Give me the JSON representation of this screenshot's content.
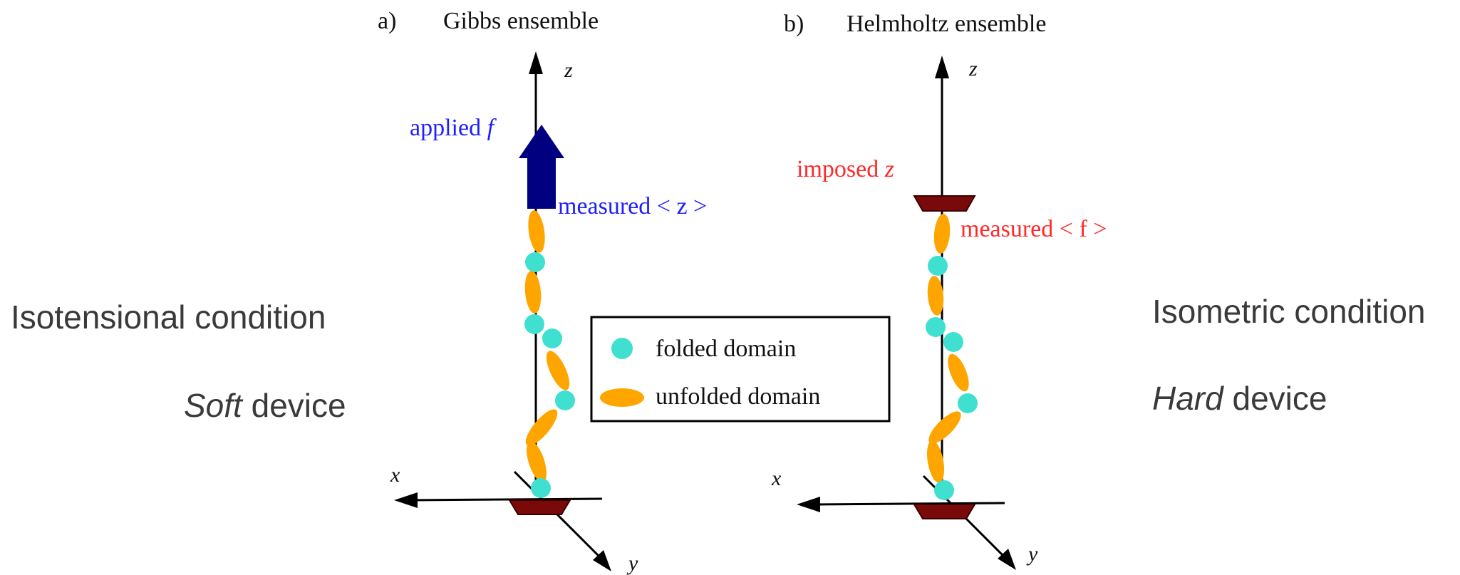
{
  "left_labels": {
    "condition": "Isotensional condition",
    "device_em": "Soft",
    "device_rest": " device"
  },
  "right_labels": {
    "condition": "Isometric condition",
    "device_em": "Hard",
    "device_rest": " device"
  },
  "panel_a": {
    "tag": "a)",
    "title": "Gibbs ensemble",
    "axis_z": "z",
    "axis_x": "x",
    "axis_y": "y",
    "applied_word": "applied ",
    "applied_sym": "f",
    "measured": "measured < z >"
  },
  "panel_b": {
    "tag": "b)",
    "title": "Helmholtz ensemble",
    "axis_z": "z",
    "axis_x": "x",
    "axis_y": "y",
    "imposed_word": "imposed ",
    "imposed_sym": "z",
    "measured": "measured < f >"
  },
  "legend": {
    "folded": "folded domain",
    "unfolded": "unfolded domain"
  },
  "colors": {
    "folded": "#40e0d0",
    "unfolded": "#ffa500",
    "applied_blue": "#1e1eff",
    "force_arrow": "#000080",
    "imposed_red": "#ff2a2a",
    "base_dark_red": "#7a0a0a",
    "side_text": "#3a3a3a"
  }
}
